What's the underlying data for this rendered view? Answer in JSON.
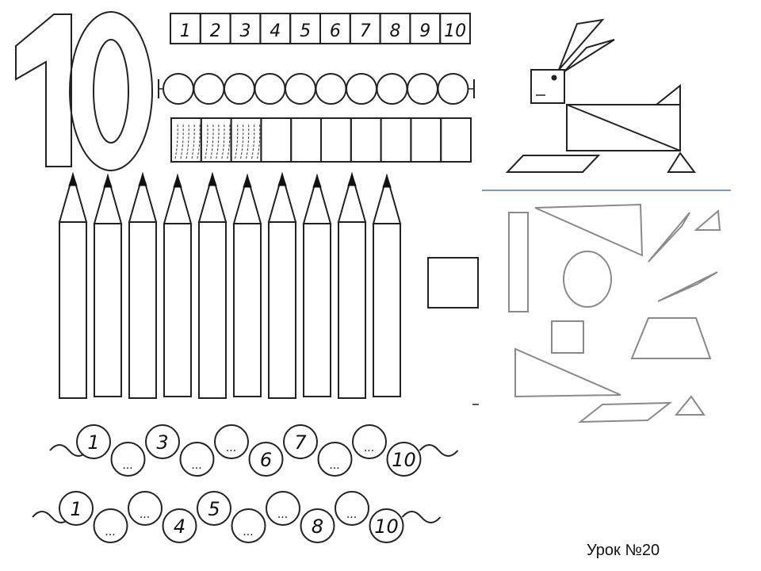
{
  "number_strip": [
    "1",
    "2",
    "3",
    "4",
    "5",
    "6",
    "7",
    "8",
    "9",
    "10"
  ],
  "bead_count": 10,
  "cell_strip": {
    "total": 10,
    "shaded": 3
  },
  "pencil_count": 10,
  "chain_top": [
    "1",
    "...",
    "3",
    "...",
    "...",
    "6",
    "7",
    "...",
    "...",
    "10"
  ],
  "chain_bottom": [
    "1",
    "...",
    "...",
    "4",
    "5",
    "...",
    "...",
    "8",
    "...",
    "10"
  ],
  "lesson_label": "Урок №20"
}
